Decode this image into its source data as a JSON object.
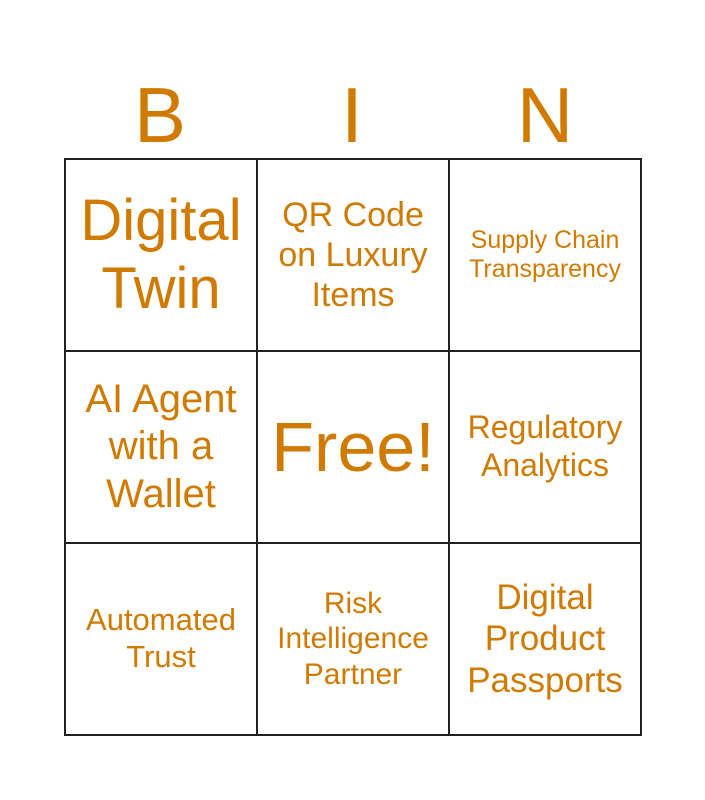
{
  "header": [
    "B",
    "I",
    "N"
  ],
  "cells": [
    {
      "text": "Digital Twin",
      "size": 58
    },
    {
      "text": "QR Code on Luxury Items",
      "size": 34
    },
    {
      "text": "Supply Chain Transparency",
      "size": 25
    },
    {
      "text": "AI Agent with a Wallet",
      "size": 40
    },
    {
      "text": "Free!",
      "size": 70
    },
    {
      "text": "Regulatory Analytics",
      "size": 32
    },
    {
      "text": "Automated Trust",
      "size": 31
    },
    {
      "text": "Risk Intelligence Partner",
      "size": 30
    },
    {
      "text": "Digital Product Passports",
      "size": 35
    }
  ],
  "accent_color": "#d07a00"
}
